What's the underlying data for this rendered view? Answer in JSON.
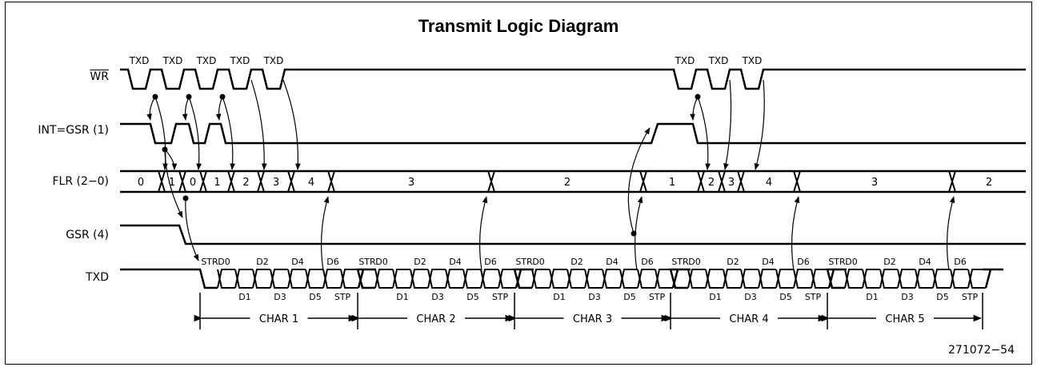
{
  "title": "Transmit Logic Diagram",
  "reference": "271072−54",
  "signals": {
    "wr": "WR",
    "int": "INT=GSR (1)",
    "flr": "FLR (2−0)",
    "gsr4": "GSR (4)",
    "txd": "TXD"
  },
  "wr_pulse_label": "TXD",
  "flr_values": [
    "0",
    "1",
    "0",
    "1",
    "2",
    "3",
    "4",
    "3",
    "2",
    "1",
    "2",
    "3",
    "4",
    "3",
    "2"
  ],
  "char_bits_top": [
    "STR",
    "D0",
    "D2",
    "D4",
    "D6"
  ],
  "char_bits_bottom": [
    "D1",
    "D3",
    "D5",
    "STP"
  ],
  "chars": [
    "CHAR 1",
    "CHAR 2",
    "CHAR 3",
    "CHAR 4",
    "CHAR 5"
  ]
}
